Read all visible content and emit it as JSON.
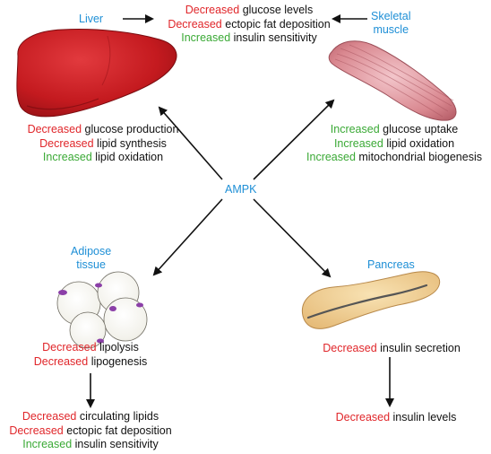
{
  "center_label": "AMPK",
  "top_box": {
    "lines": [
      {
        "prefix": "Decreased",
        "prefix_color": "red",
        "text": " glucose levels"
      },
      {
        "prefix": "Decreased",
        "prefix_color": "red",
        "text": " ectopic fat deposition"
      },
      {
        "prefix": "Increased",
        "prefix_color": "green",
        "text": " insulin sensitivity"
      }
    ]
  },
  "liver": {
    "label": "Liver",
    "lines": [
      {
        "prefix": "Decreased",
        "prefix_color": "red",
        "text": " glucose production"
      },
      {
        "prefix": "Decreased",
        "prefix_color": "red",
        "text": " lipid synthesis"
      },
      {
        "prefix": "Increased",
        "prefix_color": "green",
        "text": " lipid oxidation"
      }
    ]
  },
  "muscle": {
    "label_line1": "Skeletal",
    "label_line2": "muscle",
    "lines": [
      {
        "prefix": "Increased",
        "prefix_color": "green",
        "text": " glucose uptake"
      },
      {
        "prefix": "Increased",
        "prefix_color": "green",
        "text": " lipid oxidation"
      },
      {
        "prefix": "Increased",
        "prefix_color": "green",
        "text": " mitochondrial biogenesis"
      }
    ]
  },
  "adipose": {
    "label_line1": "Adipose",
    "label_line2": "tissue",
    "lines": [
      {
        "prefix": "Decreased",
        "prefix_color": "red",
        "text": " lipolysis"
      },
      {
        "prefix": "Decreased",
        "prefix_color": "red",
        "text": " lipogenesis"
      }
    ],
    "outcome_lines": [
      {
        "prefix": "Decreased",
        "prefix_color": "red",
        "text": " circulating lipids"
      },
      {
        "prefix": "Decreased",
        "prefix_color": "red",
        "text": " ectopic fat deposition"
      },
      {
        "prefix": "Increased",
        "prefix_color": "green",
        "text": " insulin sensitivity"
      }
    ]
  },
  "pancreas": {
    "label": "Pancreas",
    "lines": [
      {
        "prefix": "Decreased",
        "prefix_color": "red",
        "text": " insulin secretion"
      }
    ],
    "outcome_lines": [
      {
        "prefix": "Decreased",
        "prefix_color": "red",
        "text": " insulin levels"
      }
    ]
  },
  "colors": {
    "decreased": "#e0262a",
    "increased": "#3aa935",
    "organ_label": "#1e8fd6",
    "liver": "#c41a1f",
    "muscle": "#d9878f",
    "adipose_accent": "#8b3fa8",
    "pancreas": "#f1cf92"
  }
}
